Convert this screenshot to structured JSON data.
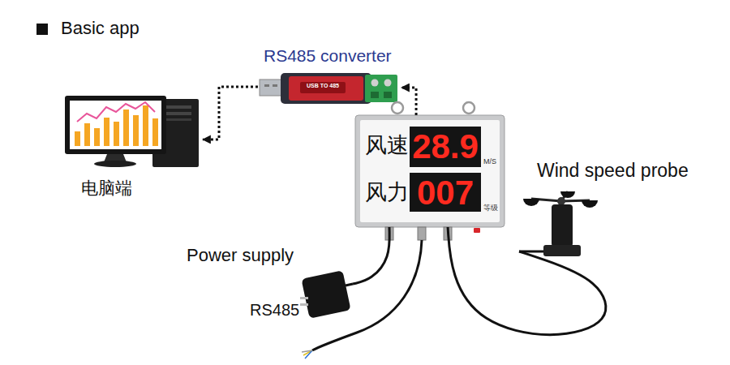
{
  "diagram": {
    "title": "Basic app",
    "nodes": [
      {
        "text": [
          "电脑端"
        ]
      },
      {
        "text": [
          "RS485 converter",
          "USB TO 485"
        ]
      },
      {
        "text": [
          "风速",
          "28.9",
          "M/S",
          "风力",
          "007",
          "等级"
        ]
      },
      {
        "text": [
          "Wind speed probe"
        ]
      },
      {
        "text": [
          "Power supply"
        ]
      }
    ],
    "edges": [
      {
        "from": 2,
        "to": 1,
        "arrow": "to"
      },
      {
        "from": 1,
        "to": 0,
        "arrow": "to"
      },
      {
        "from": 2,
        "to": 3,
        "arrow": "none"
      },
      {
        "from": 2,
        "to": 4,
        "arrow": "none"
      }
    ],
    "labels": [
      "RS485"
    ]
  }
}
